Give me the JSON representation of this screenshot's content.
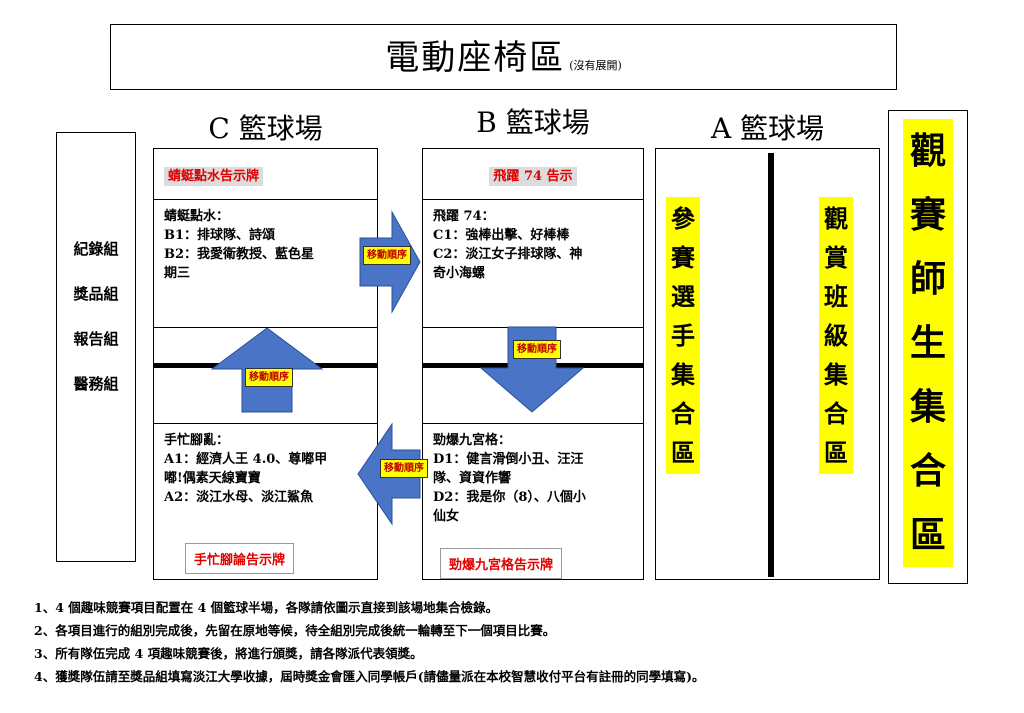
{
  "title": {
    "main": "電動座椅區",
    "sub": "(沒有展開)"
  },
  "courts": {
    "c": "C 籃球場",
    "b": "B 籃球場",
    "a": "A 籃球場"
  },
  "side_groups": [
    "紀錄組",
    "獎品組",
    "報告組",
    "醫務組"
  ],
  "court_c": {
    "top_sign": "蜻蜓點水告示牌",
    "top_game": {
      "name": "蜻蜓點水：",
      "lines": [
        "B1：排球隊、詩頌",
        "B2：我愛衛教授、藍色星",
        "期三"
      ]
    },
    "bottom_game": {
      "name": "手忙腳亂：",
      "lines": [
        "A1：經濟人王 4.0、尊嘟甲",
        "嘟!偶素天線寶寶",
        "A2：淡江水母、淡江鯊魚"
      ]
    },
    "bottom_sign": "手忙腳論告示牌"
  },
  "court_b": {
    "top_sign": "飛躍 74 告示",
    "top_game": {
      "name": "飛躍 74：",
      "lines": [
        "C1：強棒出擊、好棒棒",
        "C2：淡江女子排球隊、神",
        "奇小海螺"
      ]
    },
    "bottom_game": {
      "name": "勁爆九宮格：",
      "lines": [
        "D1：健言滑倒小丑、汪汪",
        "隊、資資作響",
        "D2：我是你（8）、八個小",
        "仙女"
      ]
    },
    "bottom_sign": "勁爆九宮格告示牌"
  },
  "court_a": {
    "left_label": "參賽選手集合區",
    "right_label": "觀賞班級集合區"
  },
  "audience": "觀賽師生集合區",
  "arrows": {
    "label": "移動順序"
  },
  "colors": {
    "arrow": "#4a74c6",
    "highlight": "#ffff00",
    "sign_text": "#e00000"
  },
  "notes": [
    "1、4 個趣味競賽項目配置在 4 個籃球半場，各隊請依圖示直接到該場地集合檢錄。",
    "2、各項目進行的組別完成後，先留在原地等候，待全組別完成後統一輪轉至下一個項目比賽。",
    "3、所有隊伍完成 4 項趣味競賽後，將進行頒獎，請各隊派代表領獎。",
    "4、獲獎隊伍請至獎品組填寫淡江大學收據，屆時獎金會匯入同學帳戶(請儘量派在本校智慧收付平台有註冊的同學填寫)。"
  ]
}
